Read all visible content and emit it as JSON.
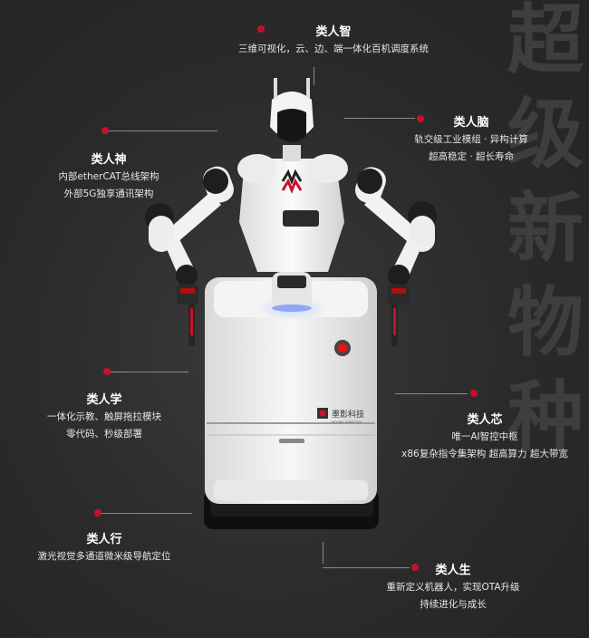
{
  "slogan": "超级新物种",
  "brand": {
    "logo_text": "墨影科技",
    "logo_sub": "MOYING ROBOTICS",
    "torso_logo": "MW"
  },
  "features": {
    "zhi": {
      "title": "类人智",
      "lines": [
        "三维可视化，云、边、端一体化百机调度系统"
      ]
    },
    "nao": {
      "title": "类人脑",
      "lines": [
        "轨交级工业模组 · 异构计算",
        "超高稳定 · 超长寿命"
      ]
    },
    "shen": {
      "title": "类人神",
      "lines": [
        "内部etherCAT总线架构",
        "外部5G独享通讯架构"
      ]
    },
    "xue": {
      "title": "类人学",
      "lines": [
        "一体化示教、触屏拖拉模块",
        "零代码、秒级部署"
      ]
    },
    "xin": {
      "title": "类人芯",
      "lines": [
        "唯一AI智控中枢",
        "x86复杂指令集架构 超高算力 超大带宽"
      ]
    },
    "xing": {
      "title": "类人行",
      "lines": [
        "激光视觉多通道微米级导航定位"
      ]
    },
    "sheng": {
      "title": "类人生",
      "lines": [
        "重新定义机器人，实现OTA升级",
        "持续进化与成长"
      ]
    }
  },
  "colors": {
    "accent": "#c8102e",
    "background": "#2b2b2b",
    "robot_white": "#f2f2f2"
  }
}
